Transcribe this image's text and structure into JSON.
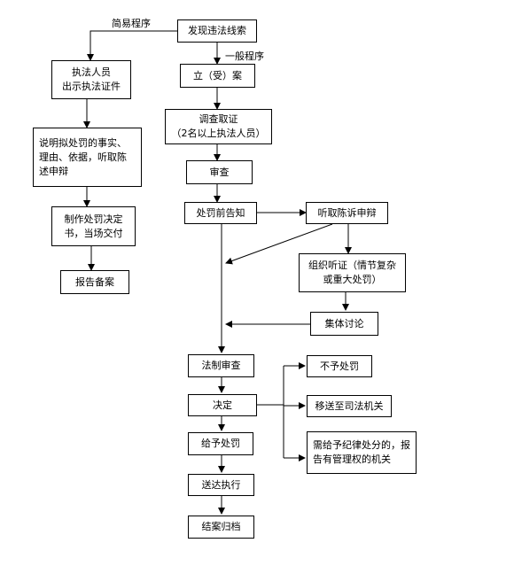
{
  "labels": {
    "simple_procedure": "简易程序",
    "general_procedure": "一般程序"
  },
  "nodes": {
    "discover": "发现违法线索",
    "officer_cert": "执法人员\n出示执法证件",
    "explain": "说明拟处罚的事实、理由、依据，听取陈述申辩",
    "make_decision": "制作处罚决定书，当场交付",
    "report_file": "报告备案",
    "file_case": "立（受）案",
    "investigate": "调查取证\n（2名以上执法人员）",
    "review": "审查",
    "pre_notice": "处罚前告知",
    "hear_plea": "听取陈诉申辩",
    "hearing": "组织听证（情节复杂或重大处罚）",
    "discussion": "集体讨论",
    "legal_review": "法制审查",
    "decision": "决定",
    "no_penalty": "不予处罚",
    "transfer_judicial": "移送至司法机关",
    "disciplinary": "需给予纪律处分的，报告有管理权的机关",
    "give_penalty": "给予处罚",
    "deliver_execute": "送达执行",
    "close_archive": "结案归档"
  }
}
